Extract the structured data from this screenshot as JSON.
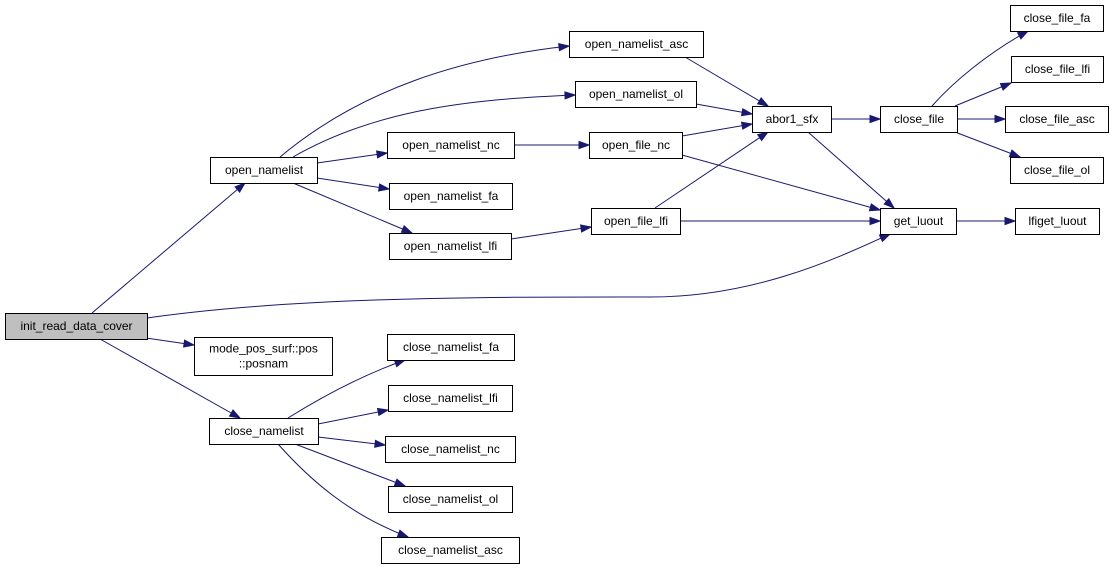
{
  "graph": {
    "colors": {
      "edge": "#191970",
      "node_border": "#000000",
      "node_fill": "#ffffff",
      "root_fill": "#bfbfbf"
    },
    "nodes": [
      {
        "id": "init_read_data_cover",
        "lines": [
          "init_read_data_cover"
        ],
        "root": true
      },
      {
        "id": "open_namelist",
        "lines": [
          "open_namelist"
        ]
      },
      {
        "id": "mode_pos_surf",
        "lines": [
          "mode_pos_surf::pos",
          "::posnam"
        ]
      },
      {
        "id": "close_namelist",
        "lines": [
          "close_namelist"
        ]
      },
      {
        "id": "open_namelist_asc",
        "lines": [
          "open_namelist_asc"
        ]
      },
      {
        "id": "open_namelist_ol",
        "lines": [
          "open_namelist_ol"
        ]
      },
      {
        "id": "open_namelist_nc",
        "lines": [
          "open_namelist_nc"
        ]
      },
      {
        "id": "open_namelist_fa",
        "lines": [
          "open_namelist_fa"
        ]
      },
      {
        "id": "open_namelist_lfi",
        "lines": [
          "open_namelist_lfi"
        ]
      },
      {
        "id": "open_file_nc",
        "lines": [
          "open_file_nc"
        ]
      },
      {
        "id": "open_file_lfi",
        "lines": [
          "open_file_lfi"
        ]
      },
      {
        "id": "abor1_sfx",
        "lines": [
          "abor1_sfx"
        ]
      },
      {
        "id": "close_file",
        "lines": [
          "close_file"
        ]
      },
      {
        "id": "get_luout",
        "lines": [
          "get_luout"
        ]
      },
      {
        "id": "lfiget_luout",
        "lines": [
          "lfiget_luout"
        ]
      },
      {
        "id": "close_file_fa",
        "lines": [
          "close_file_fa"
        ]
      },
      {
        "id": "close_file_lfi",
        "lines": [
          "close_file_lfi"
        ]
      },
      {
        "id": "close_file_asc",
        "lines": [
          "close_file_asc"
        ]
      },
      {
        "id": "close_file_ol",
        "lines": [
          "close_file_ol"
        ]
      },
      {
        "id": "close_namelist_fa",
        "lines": [
          "close_namelist_fa"
        ]
      },
      {
        "id": "close_namelist_lfi",
        "lines": [
          "close_namelist_lfi"
        ]
      },
      {
        "id": "close_namelist_nc",
        "lines": [
          "close_namelist_nc"
        ]
      },
      {
        "id": "close_namelist_ol",
        "lines": [
          "close_namelist_ol"
        ]
      },
      {
        "id": "close_namelist_asc",
        "lines": [
          "close_namelist_asc"
        ]
      }
    ],
    "edges": [
      {
        "from": "init_read_data_cover",
        "to": "open_namelist"
      },
      {
        "from": "init_read_data_cover",
        "to": "get_luout"
      },
      {
        "from": "init_read_data_cover",
        "to": "mode_pos_surf"
      },
      {
        "from": "init_read_data_cover",
        "to": "close_namelist"
      },
      {
        "from": "open_namelist",
        "to": "open_namelist_asc"
      },
      {
        "from": "open_namelist",
        "to": "open_namelist_ol"
      },
      {
        "from": "open_namelist",
        "to": "open_namelist_nc"
      },
      {
        "from": "open_namelist",
        "to": "open_namelist_fa"
      },
      {
        "from": "open_namelist",
        "to": "open_namelist_lfi"
      },
      {
        "from": "open_namelist_asc",
        "to": "abor1_sfx"
      },
      {
        "from": "open_namelist_ol",
        "to": "abor1_sfx"
      },
      {
        "from": "open_namelist_nc",
        "to": "open_file_nc"
      },
      {
        "from": "open_namelist_lfi",
        "to": "open_file_lfi"
      },
      {
        "from": "open_file_nc",
        "to": "abor1_sfx"
      },
      {
        "from": "open_file_nc",
        "to": "get_luout"
      },
      {
        "from": "open_file_lfi",
        "to": "abor1_sfx"
      },
      {
        "from": "open_file_lfi",
        "to": "get_luout"
      },
      {
        "from": "abor1_sfx",
        "to": "close_file"
      },
      {
        "from": "abor1_sfx",
        "to": "get_luout"
      },
      {
        "from": "close_file",
        "to": "close_file_fa"
      },
      {
        "from": "close_file",
        "to": "close_file_lfi"
      },
      {
        "from": "close_file",
        "to": "close_file_asc"
      },
      {
        "from": "close_file",
        "to": "close_file_ol"
      },
      {
        "from": "get_luout",
        "to": "lfiget_luout"
      },
      {
        "from": "close_namelist",
        "to": "close_namelist_fa"
      },
      {
        "from": "close_namelist",
        "to": "close_namelist_lfi"
      },
      {
        "from": "close_namelist",
        "to": "close_namelist_nc"
      },
      {
        "from": "close_namelist",
        "to": "close_namelist_ol"
      },
      {
        "from": "close_namelist",
        "to": "close_namelist_asc"
      }
    ]
  }
}
